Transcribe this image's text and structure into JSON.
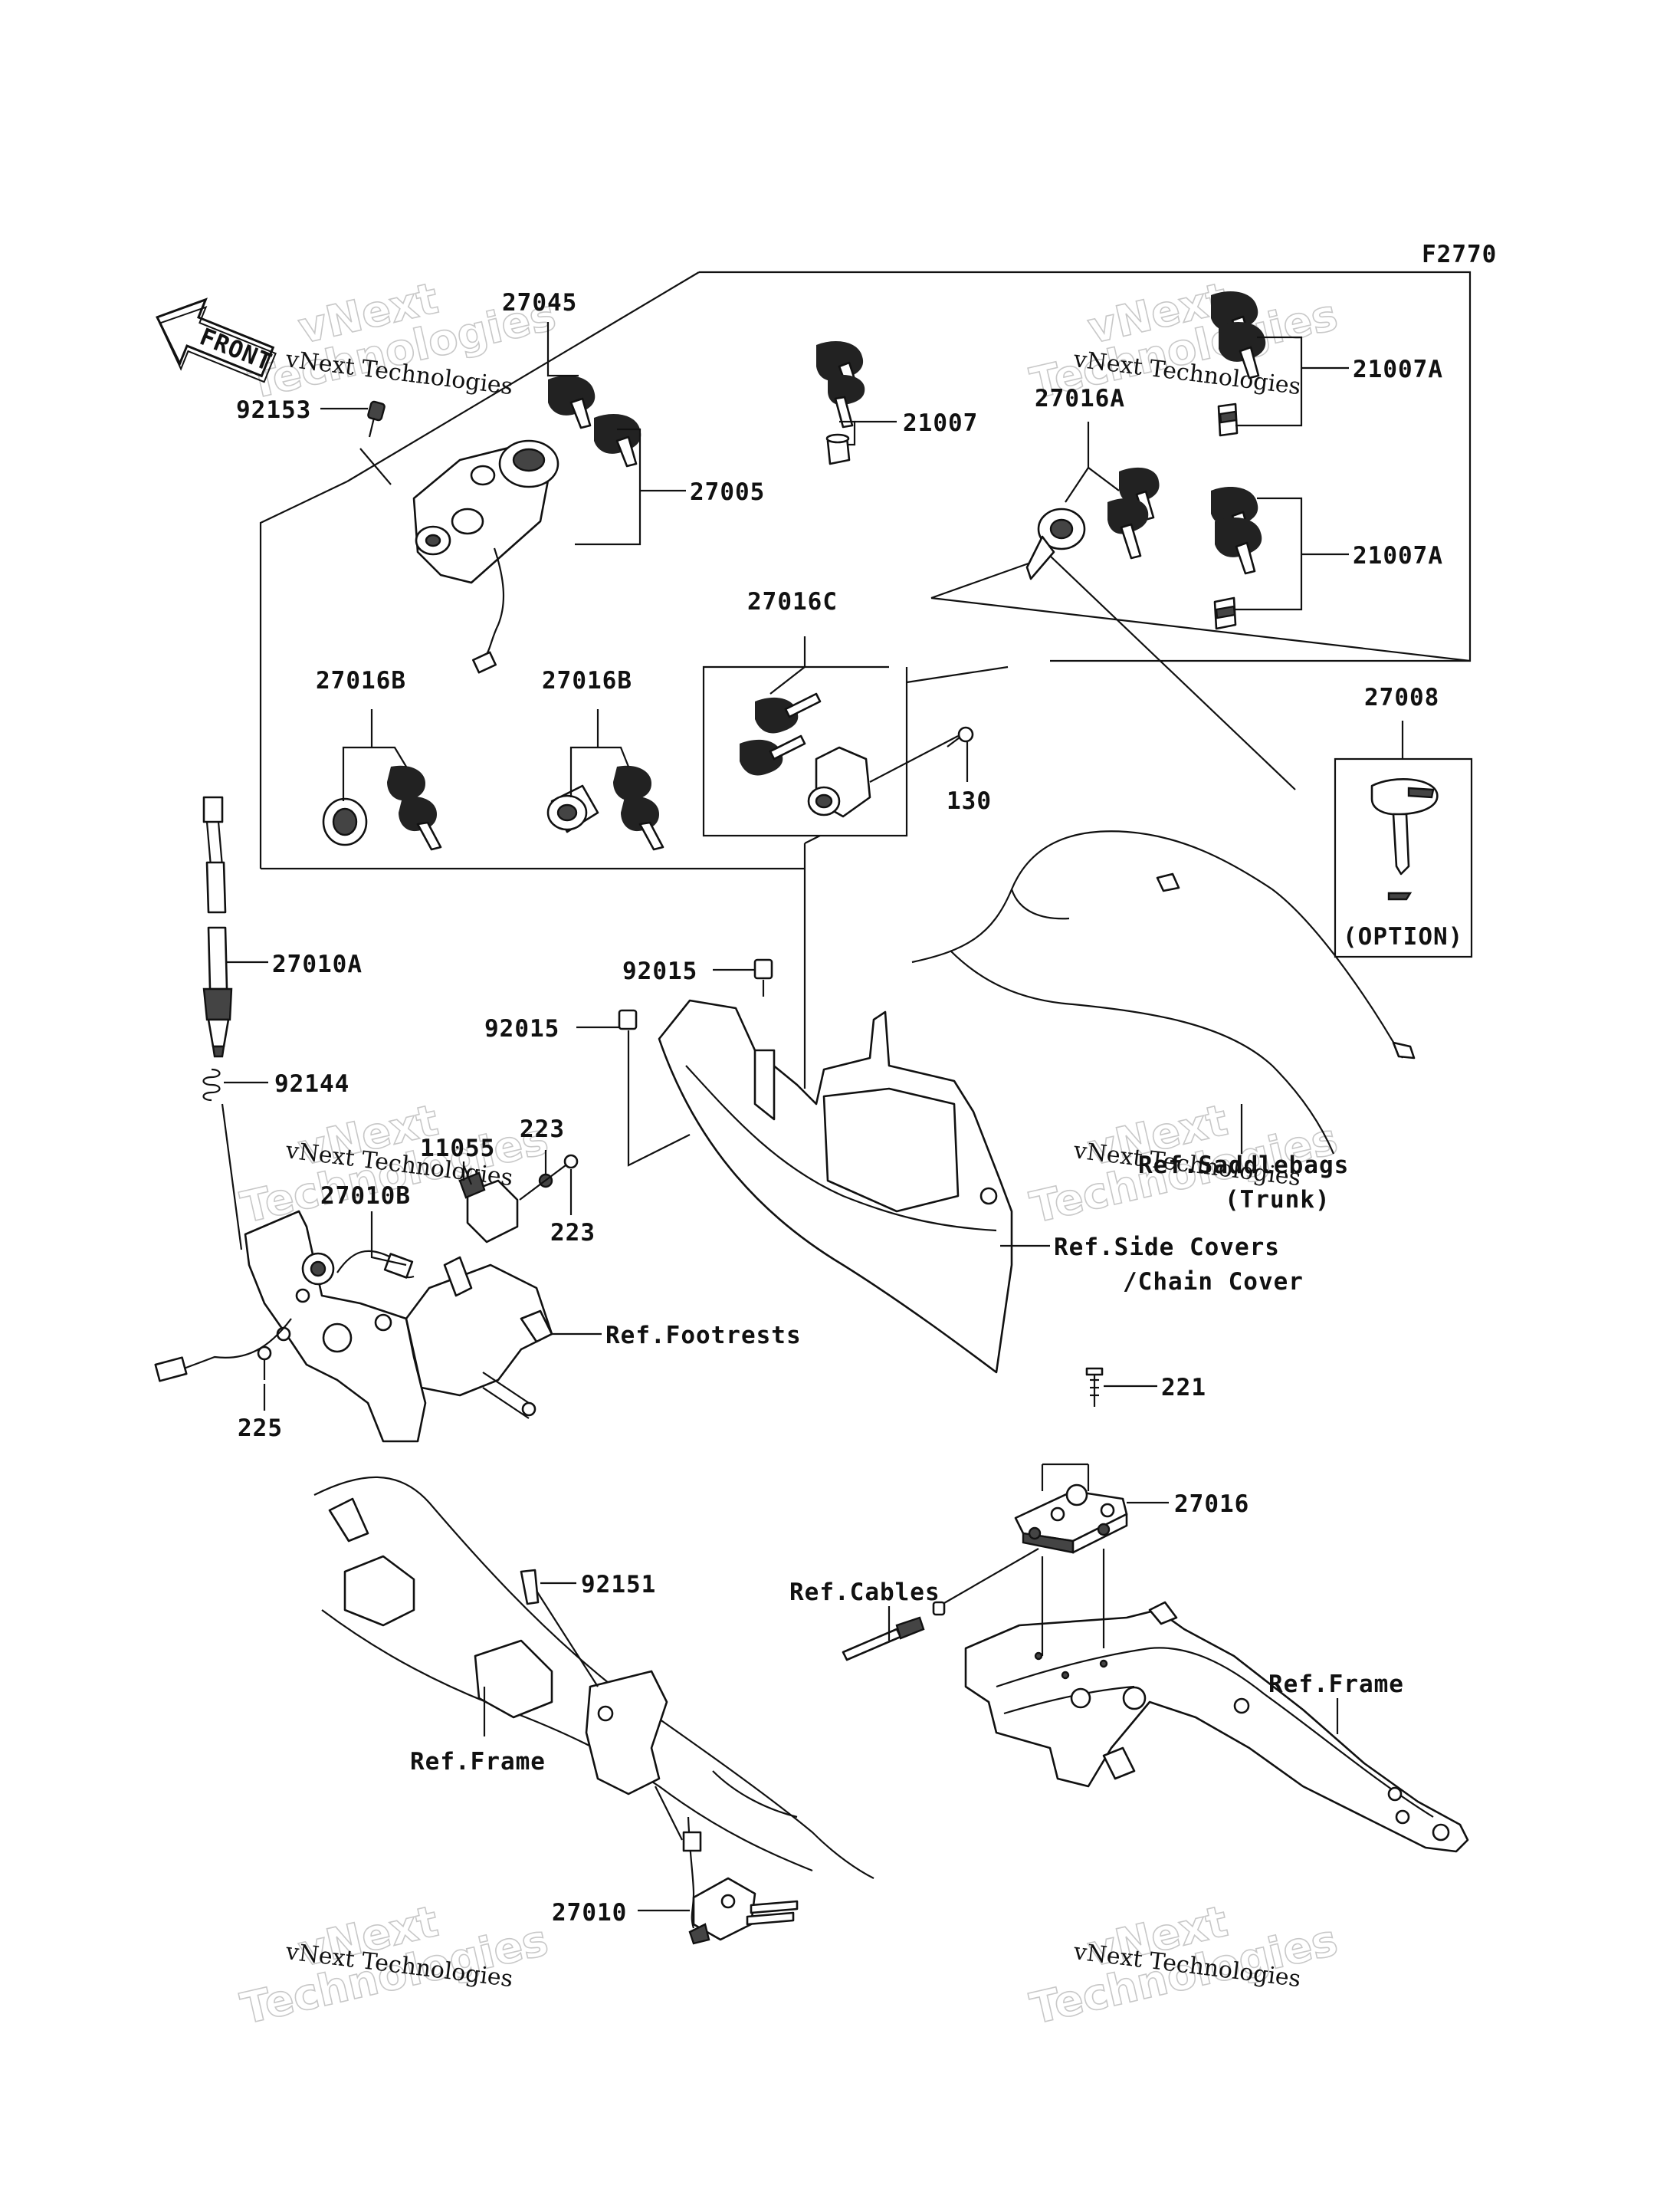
{
  "figure_id": "F2770",
  "front_label": "FRONT",
  "parts": {
    "p27045": "27045",
    "p92153": "92153",
    "p27005": "27005",
    "p21007": "21007",
    "p27016A": "27016A",
    "p21007A_top": "21007A",
    "p21007A_bottom": "21007A",
    "p27016C": "27016C",
    "p27016B_left": "27016B",
    "p27016B_right": "27016B",
    "p130": "130",
    "p27008": "27008",
    "p27010A": "27010A",
    "p92015_top": "92015",
    "p92015_bottom": "92015",
    "p92144": "92144",
    "p223_top": "223",
    "p11055": "11055",
    "p27010B": "27010B",
    "p223_bottom": "223",
    "p225": "225",
    "p221": "221",
    "p27016": "27016",
    "p92151": "92151",
    "p27010": "27010"
  },
  "refs": {
    "option": "(OPTION)",
    "saddlebags_1": "Ref.Saddlebags",
    "saddlebags_2": "(Trunk)",
    "side_covers_1": "Ref.Side Covers",
    "side_covers_2": "/Chain Cover",
    "footrests": "Ref.Footrests",
    "cables": "Ref.Cables",
    "frame_right": "Ref.Frame",
    "frame_left": "Ref.Frame"
  },
  "watermarks": {
    "line1": "vNext Technologies",
    "line2": "vNext",
    "line3": "Technologies"
  }
}
